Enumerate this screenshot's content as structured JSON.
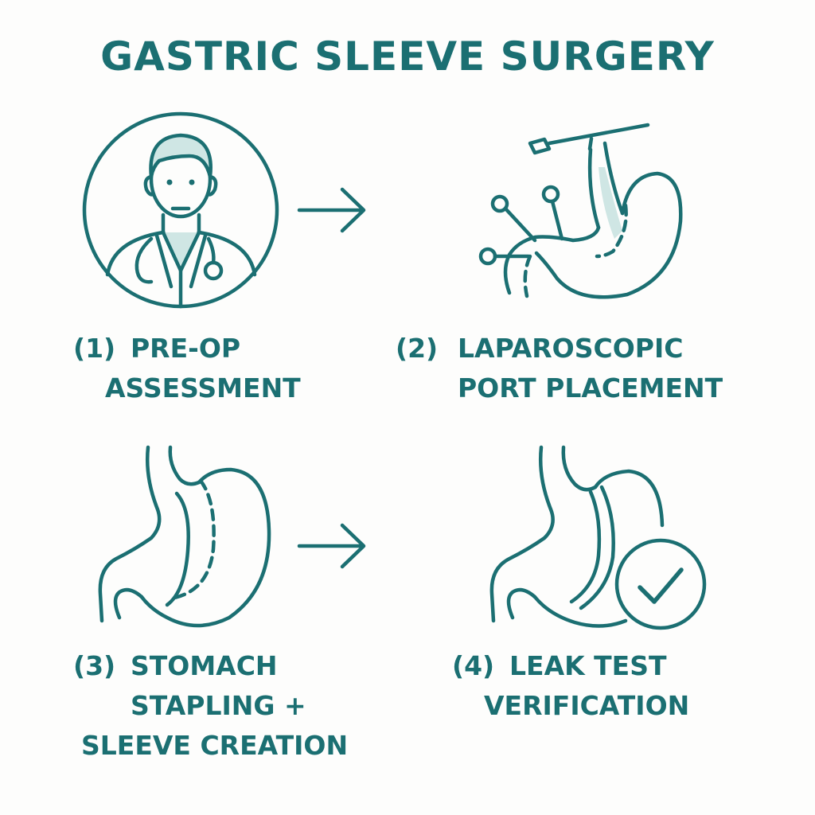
{
  "title": "GASTRIC SLEEVE SURGERY",
  "colors": {
    "primary": "#1b6f72",
    "accent_fill": "#cfe6e4",
    "background": "#fdfdfc"
  },
  "steps": [
    {
      "number": "(1)",
      "lines": [
        "PRE-OP",
        "ASSESSMENT"
      ],
      "icon": "doctor-icon"
    },
    {
      "number": "(2)",
      "lines": [
        "LAPAROSCOPIC",
        "PORT PLACEMENT"
      ],
      "icon": "laparoscopic-stomach-icon"
    },
    {
      "number": "(3)",
      "lines": [
        "STOMACH",
        "STAPLING +",
        "SLEEVE CREATION"
      ],
      "icon": "stapled-stomach-icon"
    },
    {
      "number": "(4)",
      "lines": [
        "LEAK TEST",
        "VERIFICATION"
      ],
      "icon": "verified-sleeve-icon"
    }
  ],
  "arrows": [
    "arrow-right-icon",
    "arrow-right-icon"
  ]
}
